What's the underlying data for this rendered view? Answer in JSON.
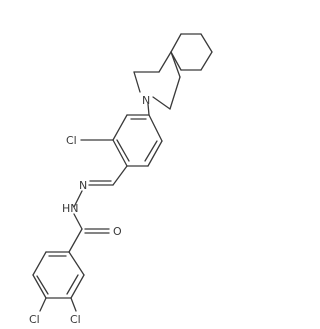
{
  "structure": {
    "atoms": {
      "N_spiro": "N",
      "Cl_ortho": "Cl",
      "N_imine": "N",
      "NH_hydrazide": "HN",
      "O_carbonyl": "O",
      "Cl_meta": "Cl",
      "Cl_para": "Cl"
    }
  },
  "colors": {
    "bond": "#3a3a3a",
    "label": "#3a3a3a",
    "background": "#ffffff"
  }
}
